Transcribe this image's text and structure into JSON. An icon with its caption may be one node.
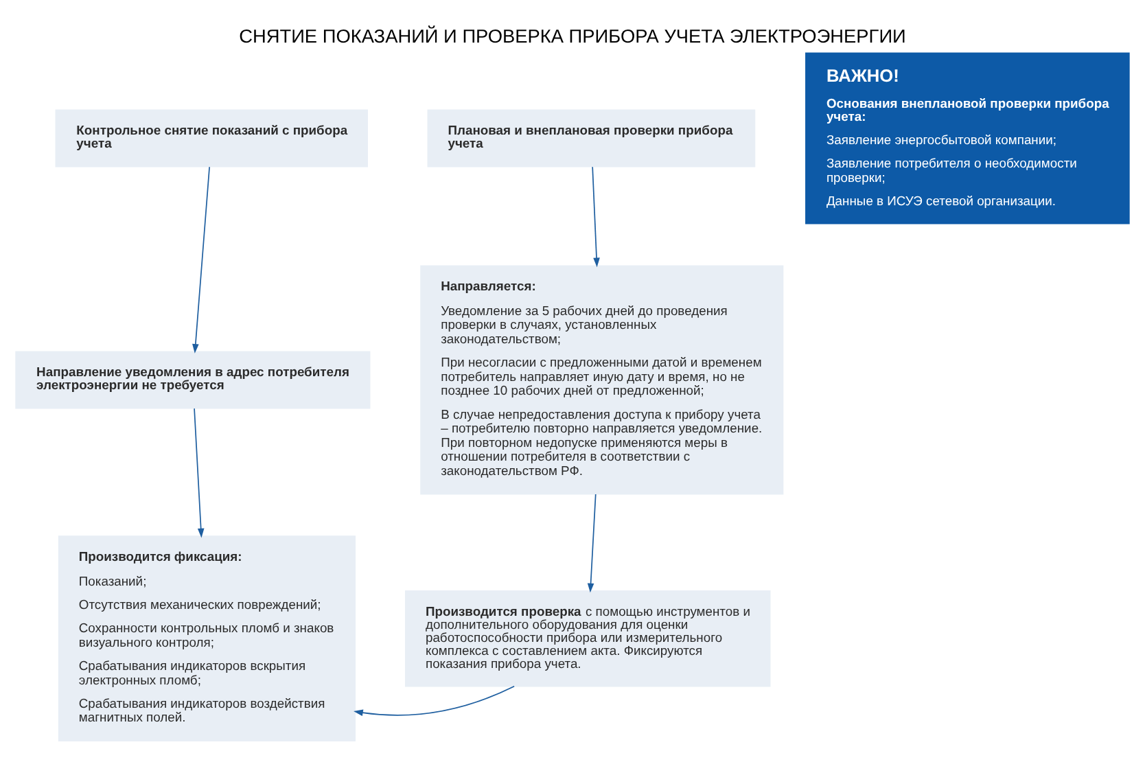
{
  "diagram": {
    "title": "СНЯТИЕ ПОКАЗАНИЙ И ПРОВЕРКА ПРИБОРА УЧЕТА ЭЛЕКТРОЭНЕРГИИ",
    "nodes": [
      {
        "text": [
          "Контрольное снятие показаний с прибора учета"
        ]
      },
      {
        "text": [
          "Направление уведомления в адрес потребителя электроэнергии не требуется"
        ]
      },
      {
        "text": [
          "Производится фиксация:",
          "Показаний;",
          "Отсутствия механических повреждений;",
          "Сохранности контрольных пломб и знаков визуального контроля;",
          "Срабатывания индикаторов вскрытия электронных пломб;",
          "Срабатывания индикаторов воздействия магнитных полей."
        ]
      },
      {
        "text": [
          "Плановая и внеплановая проверки прибора учета"
        ]
      },
      {
        "text": [
          "Направляется:",
          "Уведомление за 5 рабочих дней до проведения проверки в случаях, установленных законодательством;",
          "При несогласии с предложенными датой и временем потребитель направляет иную дату и время, но не позднее 10 рабочих дней от предложенной;",
          "В случае непредоставления доступа к прибору учета – потребителю повторно направляется уведомление. При повторном недопуске применяются меры в отношении потребителя в соответствии с законодательством РФ."
        ]
      },
      {
        "text": [
          "**Производится проверка** с помощью инструментов и дополнительного оборудования для оценки работоспособности прибора или измерительного комплекса с составлением акта. Фиксируются показания прибора учета."
        ]
      },
      {
        "text": [
          "ВАЖНО!",
          "Основания внеплановой проверки прибора учета:",
          "Заявление энергосбытовой компании;",
          "Заявление потребителя о необходимости проверки;",
          "Данные в ИСУЭ сетевой организации."
        ]
      }
    ],
    "edges": [
      {
        "from": 0,
        "to": 1,
        "arrow": "to"
      },
      {
        "from": 1,
        "to": 2,
        "arrow": "to"
      },
      {
        "from": 3,
        "to": 4,
        "arrow": "to"
      },
      {
        "from": 4,
        "to": 5,
        "arrow": "to"
      },
      {
        "from": 5,
        "to": 2,
        "arrow": "to"
      }
    ]
  }
}
